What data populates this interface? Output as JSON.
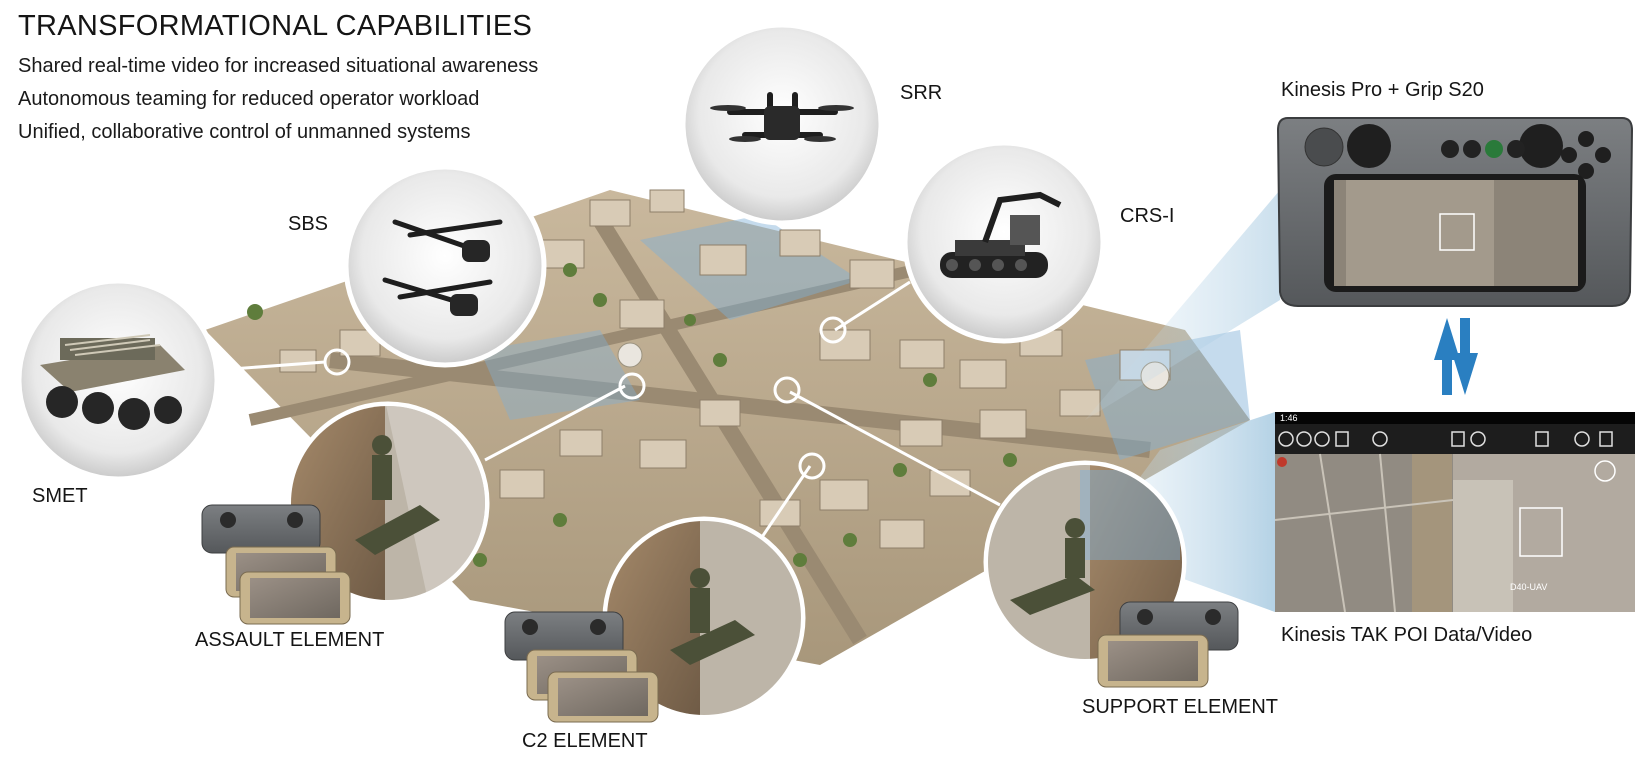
{
  "header": {
    "title": "TRANSFORMATIONAL CAPABILITIES",
    "bullets": [
      "Shared real-time video for increased situational awareness",
      "Autonomous teaming for reduced operator workload",
      "Unified, collaborative control of unmanned systems"
    ]
  },
  "systems": {
    "srr": "SRR",
    "sbs": "SBS",
    "crs_i": "CRS-I",
    "smet": "SMET"
  },
  "elements": {
    "assault": "ASSAULT ELEMENT",
    "c2": "C2 ELEMENT",
    "support": "SUPPORT ELEMENT"
  },
  "devices": {
    "controller": "Kinesis Pro + Grip S20",
    "tak": "Kinesis TAK POI Data/Video",
    "status_time": "1:46",
    "uav_tag": "D40-UAV"
  },
  "colors": {
    "accent_blue": "#2a7fc1",
    "controller_gray": "#6b6e70",
    "city_sand": "#b8a78f"
  }
}
